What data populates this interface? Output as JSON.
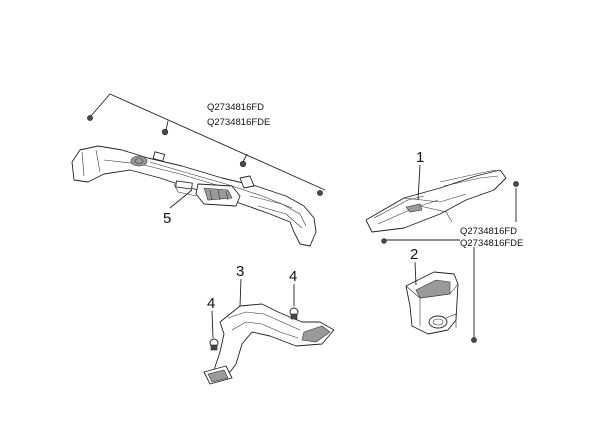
{
  "callouts": {
    "c1": "1",
    "c2": "2",
    "c3": "3",
    "c4a": "4",
    "c4b": "4",
    "c5": "5"
  },
  "part_codes": {
    "top_line1": "Q2734816FD",
    "top_line2": "Q2734816FDE",
    "right_line1": "Q2734816FD",
    "right_line2": "Q2734816FDE"
  }
}
